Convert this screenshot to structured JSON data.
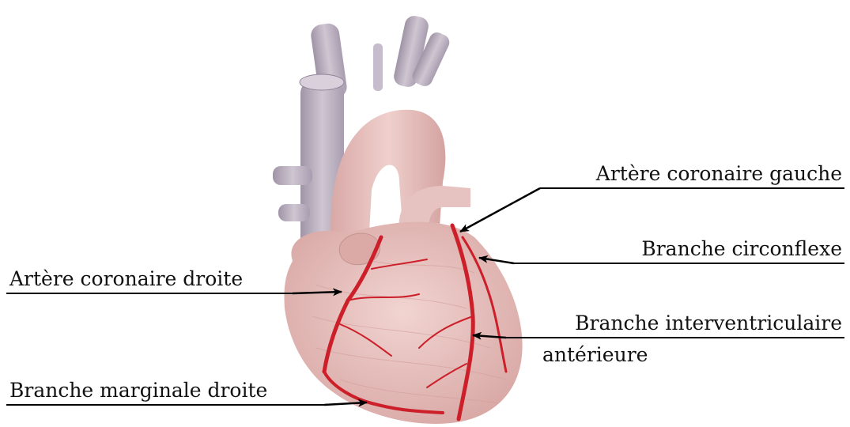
{
  "labels": {
    "left_coronary": "Artère coronaire gauche",
    "circumflex": "Branche circonflexe",
    "interventricular_line1": "Branche interventriculaire",
    "interventricular_line2": "antérieure",
    "right_coronary": "Artère coronaire droite",
    "right_marginal": "Branche marginale droite"
  },
  "colors": {
    "heart": "#e8c2bf",
    "vessel": "#b9aebd",
    "artery": "#cc1f2a",
    "text": "#111111"
  }
}
